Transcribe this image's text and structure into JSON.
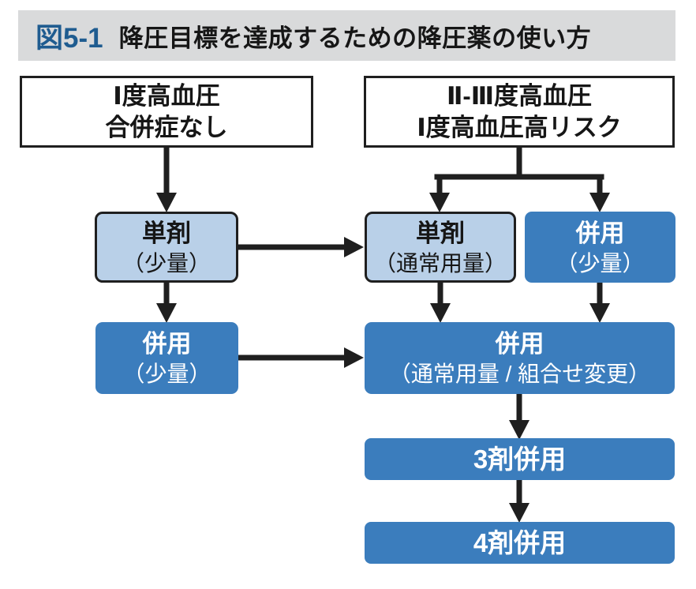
{
  "title": {
    "label": "図5-1",
    "text": "降圧目標を達成するための降圧薬の使い方"
  },
  "colors": {
    "header_bar_bg": "#d9dadb",
    "figure_label_blue": "#1f5c90",
    "accent_blue": "#3b7dbd",
    "light_blue": "#b9d0e8",
    "line_black": "#1f1f1f"
  },
  "flowchart": {
    "start_left": {
      "line1": "Ⅰ度高血圧",
      "line2": "合併症なし"
    },
    "start_right": {
      "line1": "Ⅱ-Ⅲ度高血圧",
      "line2": "Ⅰ度高血圧高リスク"
    },
    "mono_low": {
      "line1": "単剤",
      "line2": "（少量）"
    },
    "mono_normal": {
      "line1": "単剤",
      "line2": "（通常用量）"
    },
    "combo_low_right": {
      "line1": "併用",
      "line2": "（少量）"
    },
    "combo_low_left": {
      "line1": "併用",
      "line2": "（少量）"
    },
    "combo_normal": {
      "line1": "併用",
      "line2": "（通常用量 / 組合せ変更）"
    },
    "triple": {
      "label": "3剤併用"
    },
    "quad": {
      "label": "4剤併用"
    }
  }
}
